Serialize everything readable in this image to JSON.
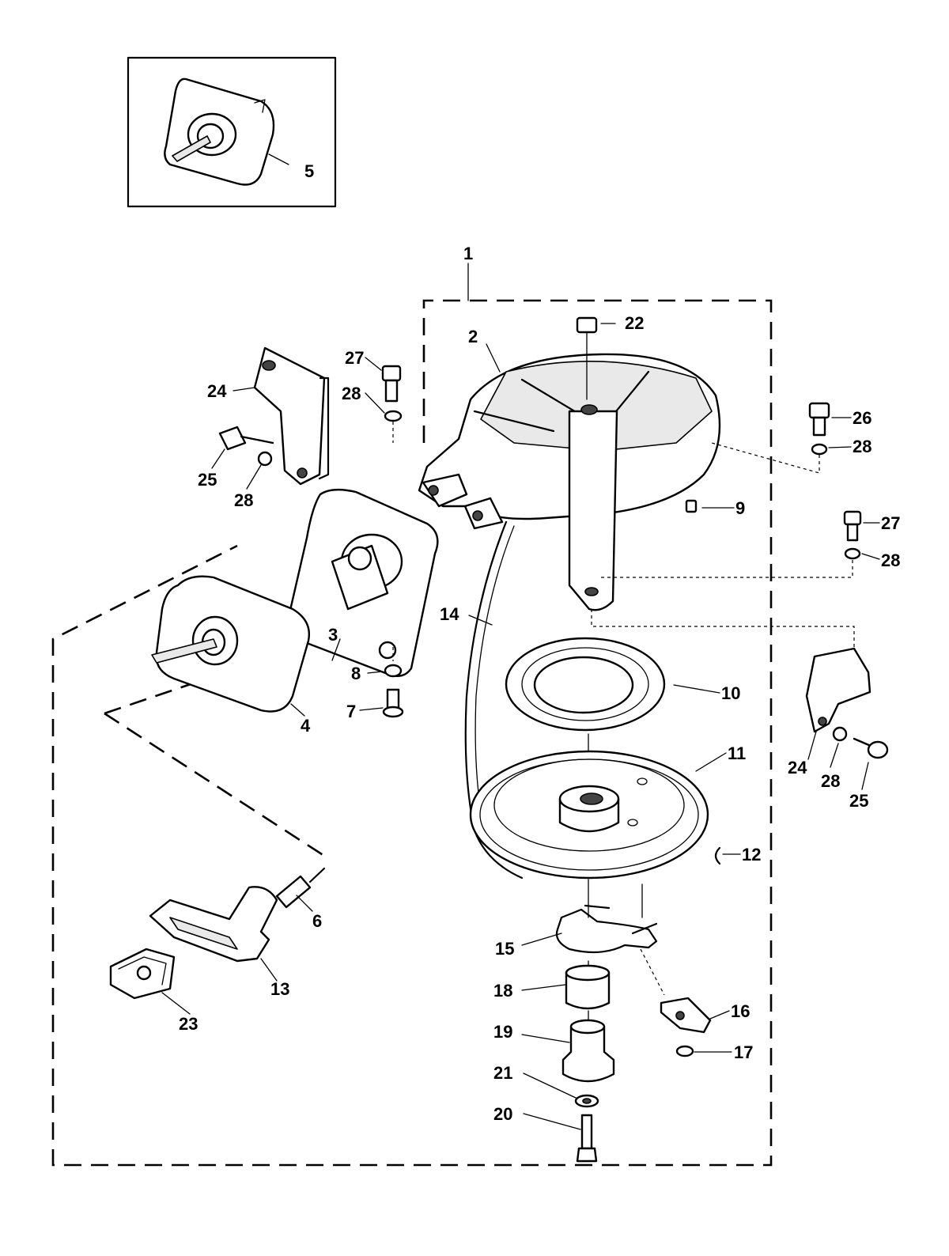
{
  "callouts": [
    {
      "id": "c1",
      "text": "1"
    },
    {
      "id": "c2",
      "text": "2"
    },
    {
      "id": "c3",
      "text": "3"
    },
    {
      "id": "c4",
      "text": "4"
    },
    {
      "id": "c5",
      "text": "5"
    },
    {
      "id": "c6",
      "text": "6"
    },
    {
      "id": "c7",
      "text": "7"
    },
    {
      "id": "c8",
      "text": "8"
    },
    {
      "id": "c9",
      "text": "9"
    },
    {
      "id": "c10",
      "text": "10"
    },
    {
      "id": "c11",
      "text": "11"
    },
    {
      "id": "c12",
      "text": "12"
    },
    {
      "id": "c13",
      "text": "13"
    },
    {
      "id": "c14",
      "text": "14"
    },
    {
      "id": "c15",
      "text": "15"
    },
    {
      "id": "c16",
      "text": "16"
    },
    {
      "id": "c17",
      "text": "17"
    },
    {
      "id": "c18",
      "text": "18"
    },
    {
      "id": "c19",
      "text": "19"
    },
    {
      "id": "c20",
      "text": "20"
    },
    {
      "id": "c21",
      "text": "21"
    },
    {
      "id": "c22",
      "text": "22"
    },
    {
      "id": "c23",
      "text": "23"
    },
    {
      "id": "c24a",
      "text": "24"
    },
    {
      "id": "c24b",
      "text": "24"
    },
    {
      "id": "c25a",
      "text": "25"
    },
    {
      "id": "c25b",
      "text": "25"
    },
    {
      "id": "c26",
      "text": "26"
    },
    {
      "id": "c27a",
      "text": "27"
    },
    {
      "id": "c27b",
      "text": "27"
    },
    {
      "id": "c28a",
      "text": "28"
    },
    {
      "id": "c28b",
      "text": "28"
    },
    {
      "id": "c28c",
      "text": "28"
    },
    {
      "id": "c28d",
      "text": "28"
    },
    {
      "id": "c28e",
      "text": "28"
    }
  ]
}
